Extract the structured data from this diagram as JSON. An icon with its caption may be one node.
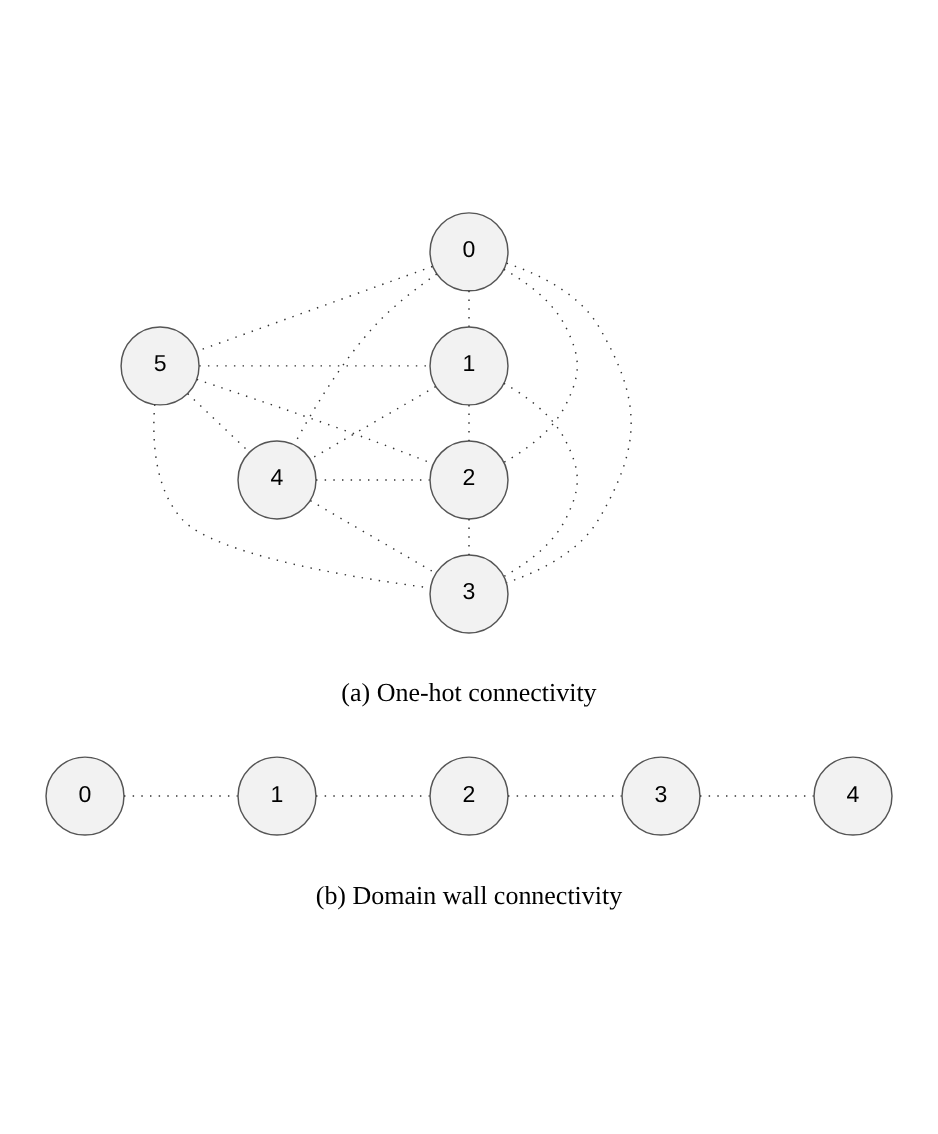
{
  "diagram": {
    "nodes": [
      {
        "text": [
          "0"
        ]
      },
      {
        "text": [
          "5"
        ]
      },
      {
        "text": [
          "1"
        ]
      },
      {
        "text": [
          "4"
        ]
      },
      {
        "text": [
          "2"
        ]
      },
      {
        "text": [
          "3"
        ]
      },
      {
        "text": [
          "0"
        ]
      },
      {
        "text": [
          "1"
        ]
      },
      {
        "text": [
          "2"
        ]
      },
      {
        "text": [
          "3"
        ]
      },
      {
        "text": [
          "4"
        ]
      }
    ],
    "edges": [
      {
        "from": 0,
        "to": 1,
        "arrow": "none"
      },
      {
        "from": 0,
        "to": 2,
        "arrow": "none"
      },
      {
        "from": 0,
        "to": 3,
        "arrow": "none"
      },
      {
        "from": 0,
        "to": 4,
        "arrow": "none"
      },
      {
        "from": 0,
        "to": 5,
        "arrow": "none"
      },
      {
        "from": 1,
        "to": 2,
        "arrow": "none"
      },
      {
        "from": 1,
        "to": 3,
        "arrow": "none"
      },
      {
        "from": 1,
        "to": 4,
        "arrow": "none"
      },
      {
        "from": 1,
        "to": 5,
        "arrow": "none"
      },
      {
        "from": 2,
        "to": 3,
        "arrow": "none"
      },
      {
        "from": 2,
        "to": 4,
        "arrow": "none"
      },
      {
        "from": 2,
        "to": 5,
        "arrow": "none"
      },
      {
        "from": 3,
        "to": 4,
        "arrow": "none"
      },
      {
        "from": 3,
        "to": 5,
        "arrow": "none"
      },
      {
        "from": 4,
        "to": 5,
        "arrow": "none"
      },
      {
        "from": 6,
        "to": 7,
        "arrow": "none"
      },
      {
        "from": 7,
        "to": 8,
        "arrow": "none"
      },
      {
        "from": 8,
        "to": 9,
        "arrow": "none"
      },
      {
        "from": 9,
        "to": 10,
        "arrow": "none"
      }
    ],
    "labels": [
      "(a) One-hot connectivity",
      "(b) Domain wall connectivity"
    ]
  }
}
